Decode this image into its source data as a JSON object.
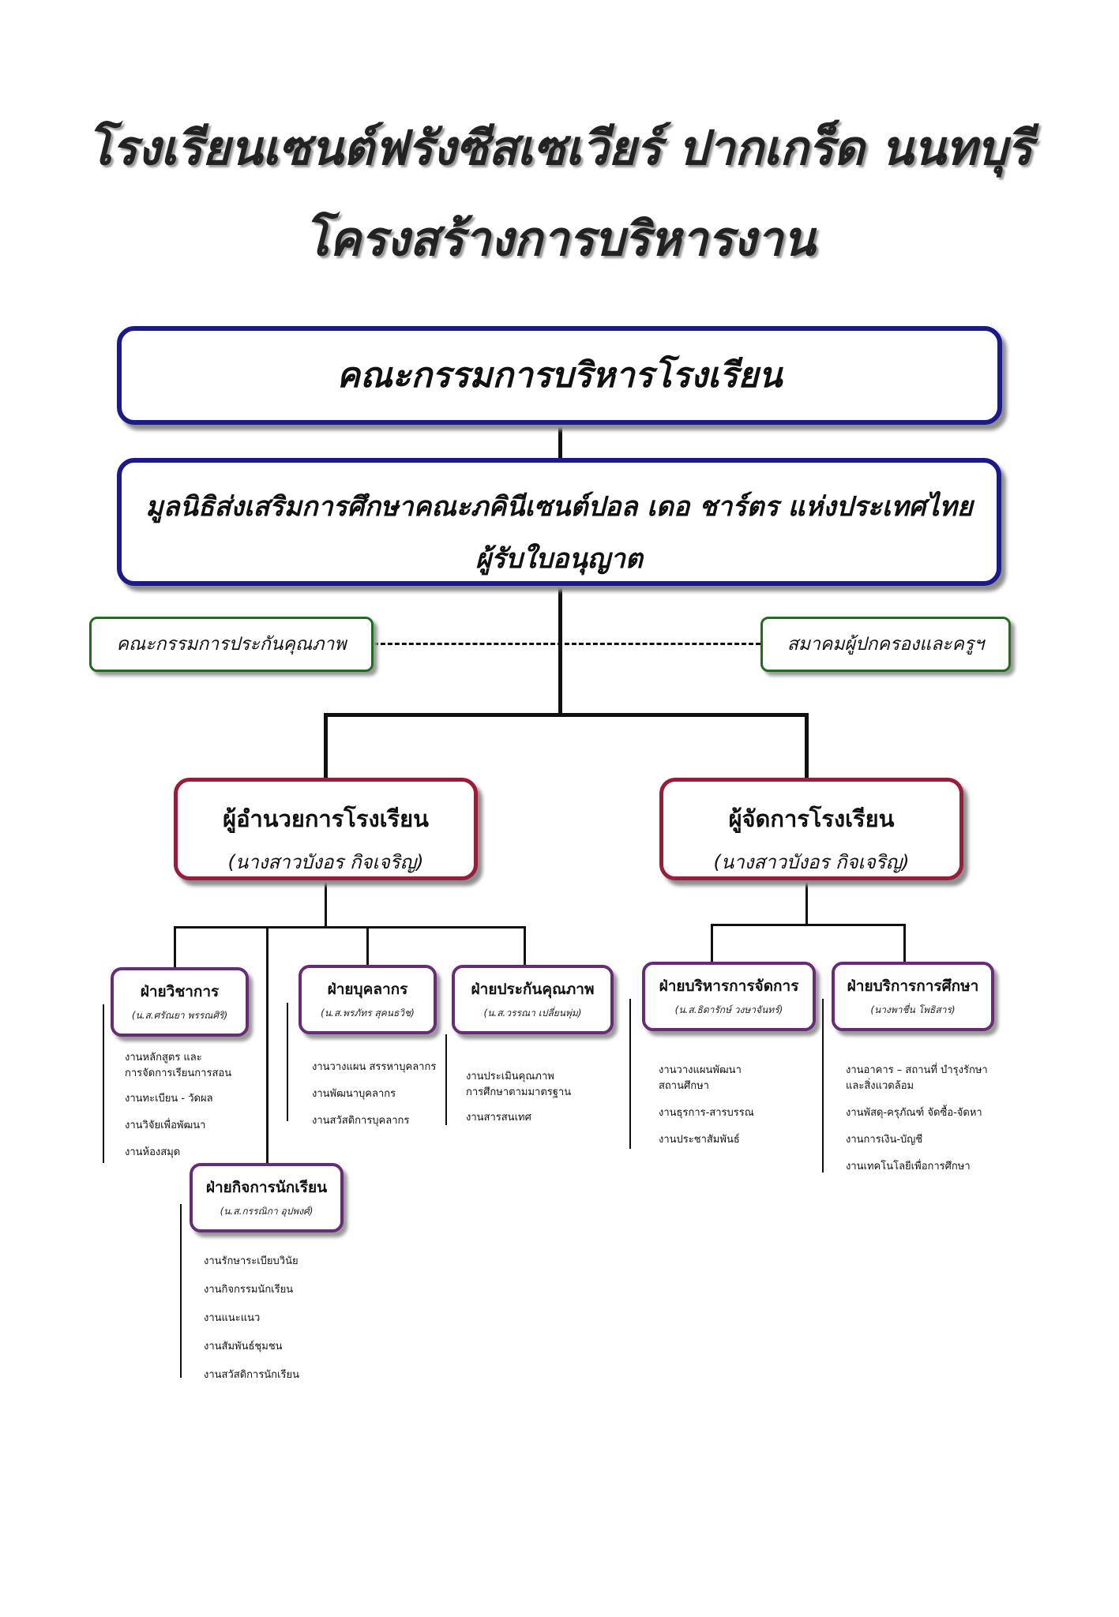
{
  "title": {
    "line1": "โรงเรียนเซนต์ฟรังซีสเซเวียร์ ปากเกร็ด นนทบุรี",
    "line2": "โครงสร้างการบริหารงาน"
  },
  "board": {
    "label": "คณะกรรมการบริหารโรงเรียน"
  },
  "foundation": {
    "line1": "มูลนิธิส่งเสริมการศึกษาคณะภคินีเซนต์ปอล เดอ ชาร์ตร แห่งประเทศไทย",
    "line2": "ผู้รับใบอนุญาต"
  },
  "qa_committee": {
    "label": "คณะกรรมการประกันคุณภาพ"
  },
  "parents_assoc": {
    "label": "สมาคมผู้ปกครองและครูฯ"
  },
  "director": {
    "title": "ผู้อำนวยการโรงเรียน",
    "name": "(นางสาวบังอร  กิจเจริญ)"
  },
  "manager": {
    "title": "ผู้จัดการโรงเรียน",
    "name": "(นางสาวบังอร  กิจเจริญ)"
  },
  "departments": {
    "academic": {
      "title": "ฝ่ายวิชาการ",
      "head": "(น.ส.ศรัณยา พรรณศิริ)",
      "tasks": [
        "งานหลักสูตร และ",
        "การจัดการเรียนการสอน",
        "งานทะเบียน - วัดผล",
        "งานวิจัยเพื่อพัฒนา",
        "งานห้องสมุด"
      ]
    },
    "personnel": {
      "title": "ฝ่ายบุคลากร",
      "head": "(น.ส.พรภัทร สุคนธวิช)",
      "tasks": [
        "งานวางแผน สรรหาบุคลากร",
        "งานพัฒนาบุคลากร",
        "งานสวัสดิการบุคลากร"
      ]
    },
    "quality": {
      "title": "ฝ่ายประกันคุณภาพ",
      "head": "(น.ส.วรรณา เปลี่ยนพุ่ม)",
      "tasks": [
        "งานประเมินคุณภาพ",
        "การศึกษาตามมาตรฐาน",
        "งานสารสนเทศ"
      ]
    },
    "student": {
      "title": "ฝ่ายกิจการนักเรียน",
      "head": "(น.ส.กรรณิกา อุปพงศ์)",
      "tasks": [
        "งานรักษาระเบียบวินัย",
        "งานกิจกรรมนักเรียน",
        "งานแนะแนว",
        "งานสัมพันธ์ชุมชน",
        "งานสวัสดิการนักเรียน"
      ]
    },
    "admin": {
      "title": "ฝ่ายบริหารการจัดการ",
      "head": "(น.ส.ธิดารักษ์ วงษาจันทร์)",
      "tasks": [
        "งานวางแผนพัฒนา",
        "สถานศึกษา",
        "งานธุรการ-สารบรรณ",
        "งานประชาสัมพันธ์"
      ]
    },
    "services": {
      "title": "ฝ่ายบริการการศึกษา",
      "head": "(นางพาชื่น โพธิสาร)",
      "tasks": [
        "งานอาคาร – สถานที่ บำรุงรักษา",
        "และสิ่งแวดล้อม",
        "งานพัสดุ-ครุภัณฑ์ จัดซื้อ-จัดหา",
        "งานการเงิน-บัญชี",
        "งานเทคโนโลยีเพื่อการศึกษา"
      ]
    }
  }
}
